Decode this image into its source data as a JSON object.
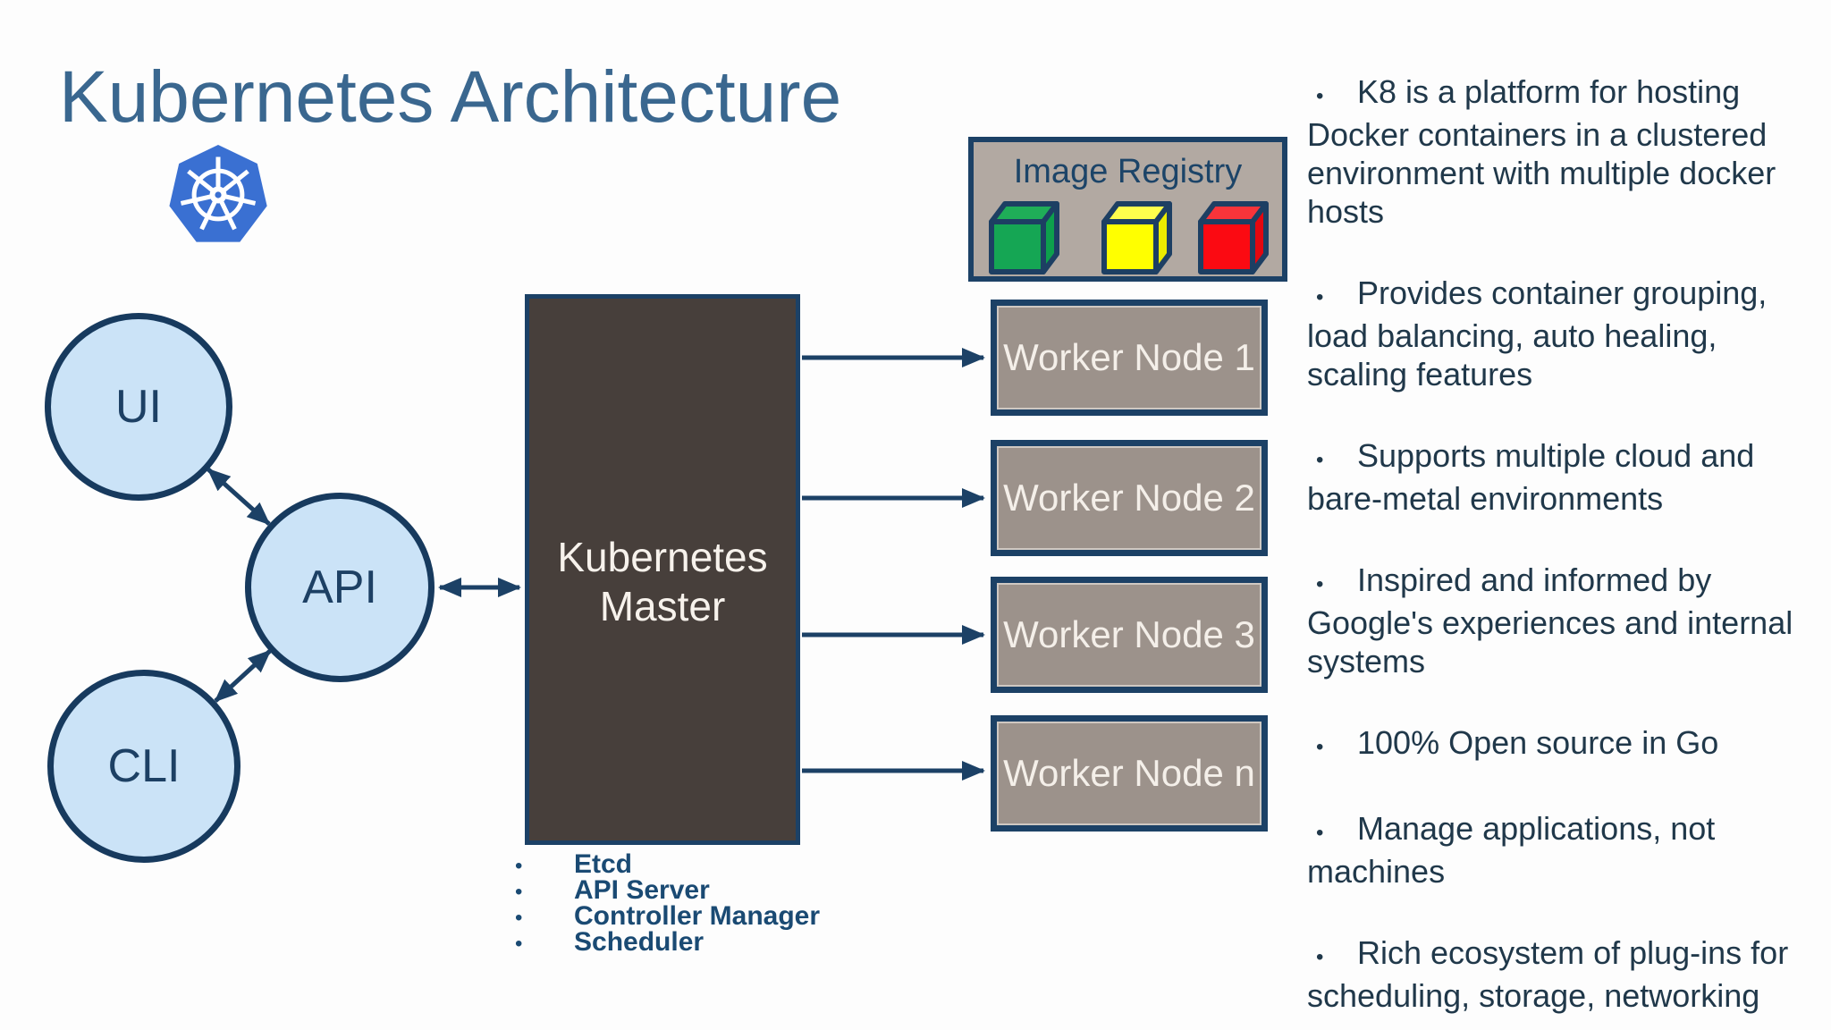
{
  "title": "Kubernetes Architecture",
  "glyphs": {
    "bullet": "•"
  },
  "colors": {
    "title_blue": "#3a678f",
    "navy_line": "#1c4166",
    "circle_fill": "#cbe3f7",
    "circle_border": "#173a5e",
    "master_fill": "#473f3b",
    "node_fill": "#9c928b",
    "registry_fill": "#b2a9a2",
    "node_text": "#f4efe9",
    "notes_text": "#20384a",
    "logo_blue": "#3a70d2",
    "cube_green": "#15a654",
    "cube_yellow": "#ffff00",
    "cube_red": "#fb0a12"
  },
  "diagram": {
    "nodes": {
      "ui": "UI",
      "api": "API",
      "cli": "CLI"
    },
    "master": {
      "label": "Kubernetes\nMaster",
      "components": [
        "Etcd",
        "API Server",
        "Controller Manager",
        "Scheduler"
      ]
    },
    "registry": {
      "label": "Image Registry",
      "cubes": [
        "green-container-cube",
        "yellow-container-cube",
        "red-container-cube"
      ]
    },
    "workers": [
      "Worker Node 1",
      "Worker Node 2",
      "Worker Node 3",
      "Worker Node n"
    ]
  },
  "notes": {
    "items": [
      "K8 is a platform for hosting\nDocker containers in a clustered\nenvironment with multiple docker\nhosts",
      "Provides container grouping,\nload balancing, auto healing,\nscaling features",
      "Supports multiple cloud and\nbare-metal environments",
      "Inspired and informed by\nGoogle's experiences and internal\nsystems",
      "100% Open source in Go",
      "Manage applications, not\nmachines",
      "Rich ecosystem of plug-ins for\nscheduling, storage, networking"
    ]
  }
}
